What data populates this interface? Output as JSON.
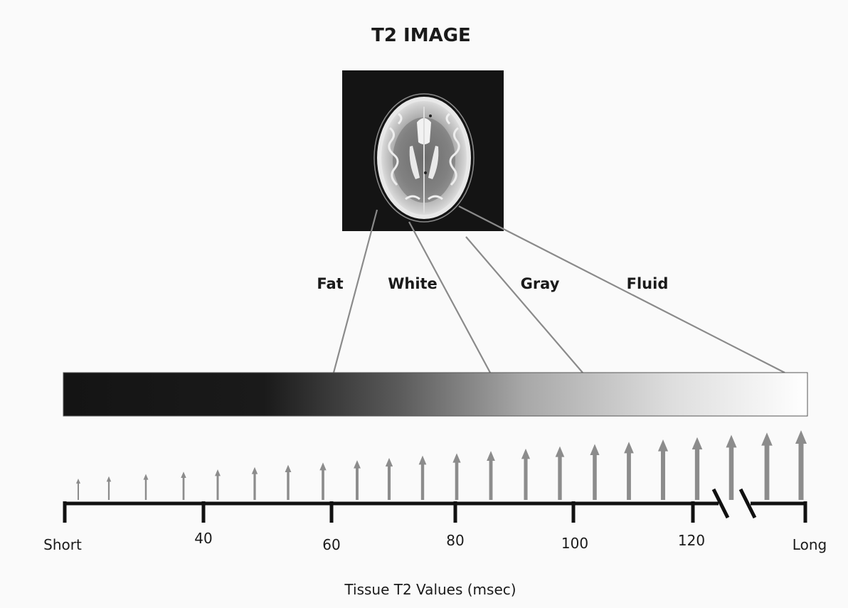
{
  "title": "T2 IMAGE",
  "tissues": [
    {
      "label": "Fat"
    },
    {
      "label": "White"
    },
    {
      "label": "Gray"
    },
    {
      "label": "Fluid"
    }
  ],
  "axis": {
    "title": "Tissue T2 Values (msec)",
    "start_label": "Short",
    "end_label": "Long",
    "ticks": [
      "40",
      "60",
      "80",
      "100",
      "120"
    ],
    "has_break": true
  },
  "scale_bar": {
    "gradient": "dark to bright",
    "dark_color": "#141414",
    "bright_color": "#ffffff"
  },
  "arrows": {
    "count": 22,
    "trend": "increasing size from short to long T2",
    "color": "#8c8c8c"
  },
  "colors": {
    "background": "#fafafa",
    "connector": "#8a8a8a",
    "axis": "#111111",
    "brain_background": "#141414"
  }
}
